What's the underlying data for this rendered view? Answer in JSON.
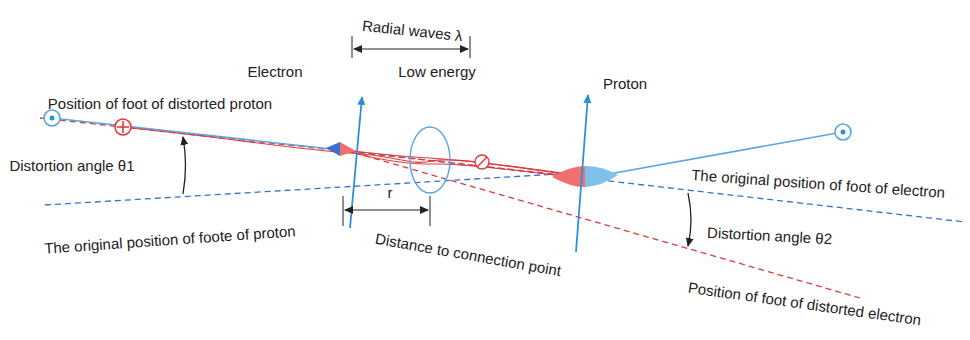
{
  "diagram": {
    "labels": [
      "Radial waves λ",
      "Electron",
      "Proton",
      "Position of foot of distorted proton",
      "Low energy",
      "Distortion angle θ1",
      "The original position of foote of proton",
      "Distance to connection point",
      "r",
      "The original position of foot of electron",
      "Distortion angle θ2",
      "Position of foot of distorted electron"
    ]
  }
}
